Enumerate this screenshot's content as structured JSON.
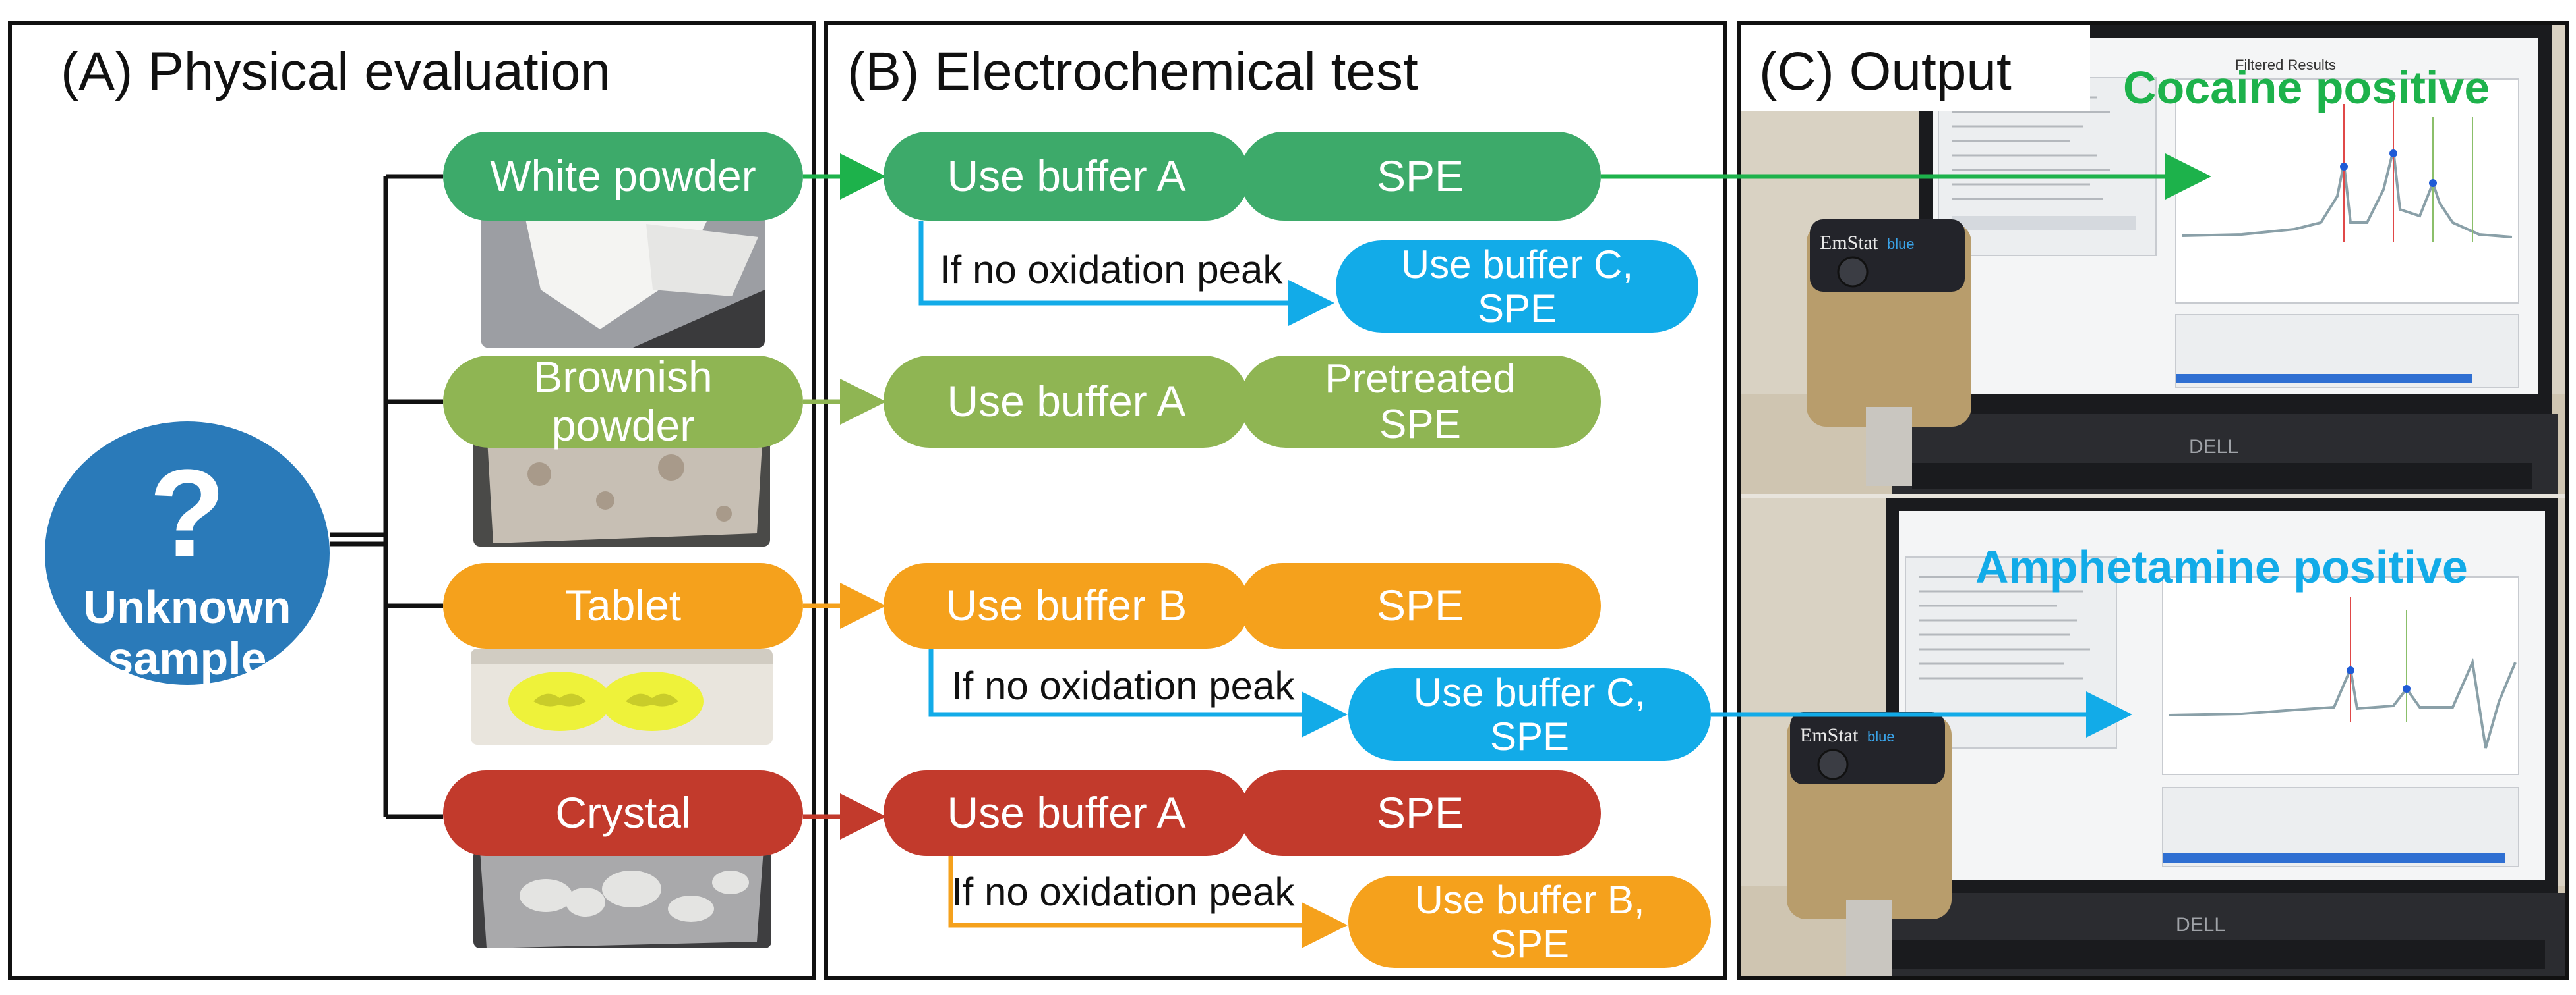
{
  "colors": {
    "green": "#3daa6a",
    "olive": "#8fb553",
    "orange": "#f5a11c",
    "red": "#c23a2c",
    "blue": "#12abe8",
    "circle": "#2a7ab9"
  },
  "panel_a": {
    "title": "(A) Physical evaluation",
    "unknown": {
      "icon": "question-mark-icon",
      "glyph": "?",
      "line1": "Unknown",
      "line2": "sample"
    },
    "samples": [
      {
        "label": "White powder",
        "photo": "white-powder-photo"
      },
      {
        "label": "Brownish\npowder",
        "photo": "brownish-powder-photo"
      },
      {
        "label": "Tablet",
        "photo": "yellow-tablets-photo"
      },
      {
        "label": "Crystal",
        "photo": "crystal-photo"
      }
    ]
  },
  "panel_b": {
    "title": "(B) Electrochemical test",
    "rows": [
      {
        "buffer": "Use buffer A",
        "electrode": "SPE",
        "condition": "If no oxidation peak",
        "fallback": "Use buffer C,\nSPE"
      },
      {
        "buffer": "Use buffer A",
        "electrode": "Pretreated\nSPE"
      },
      {
        "buffer": "Use buffer B",
        "electrode": "SPE",
        "condition": "If no oxidation peak",
        "fallback": "Use buffer C,\nSPE"
      },
      {
        "buffer": "Use buffer A",
        "electrode": "SPE",
        "condition": "If no oxidation peak",
        "fallback": "Use buffer B,\nSPE"
      }
    ]
  },
  "panel_c": {
    "title": "(C) Output",
    "results": [
      {
        "label": "Cocaine positive",
        "color": "#1db24b",
        "photo": "laptop-emstat-photo-top"
      },
      {
        "label": "Amphetamine positive",
        "color": "#12abe8",
        "photo": "laptop-emstat-photo-bottom"
      }
    ],
    "device_brand": "EmStat",
    "device_model": "blue",
    "screen_heading": "Filtered Results",
    "laptop_brand": "DELL"
  }
}
